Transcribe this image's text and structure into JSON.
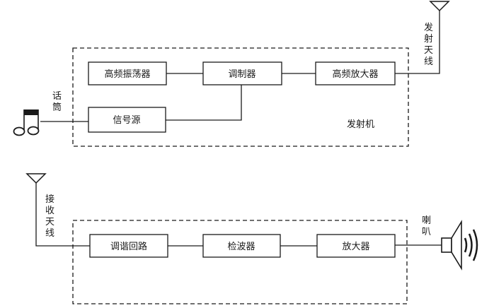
{
  "transmitter": {
    "label": "发射机",
    "blocks": {
      "oscillator": "高频振荡器",
      "modulator": "调制器",
      "amplifier": "高频放大器",
      "signal_source": "信号源"
    },
    "microphone": [
      "话",
      "筒"
    ],
    "antenna": [
      "发",
      "射",
      "天",
      "线"
    ]
  },
  "receiver": {
    "blocks": {
      "tuning": "调谐回路",
      "detector": "检波器",
      "amplifier": "放大器"
    },
    "antenna": [
      "接",
      "收",
      "天",
      "线"
    ],
    "speaker": [
      "喇",
      "叭"
    ]
  }
}
